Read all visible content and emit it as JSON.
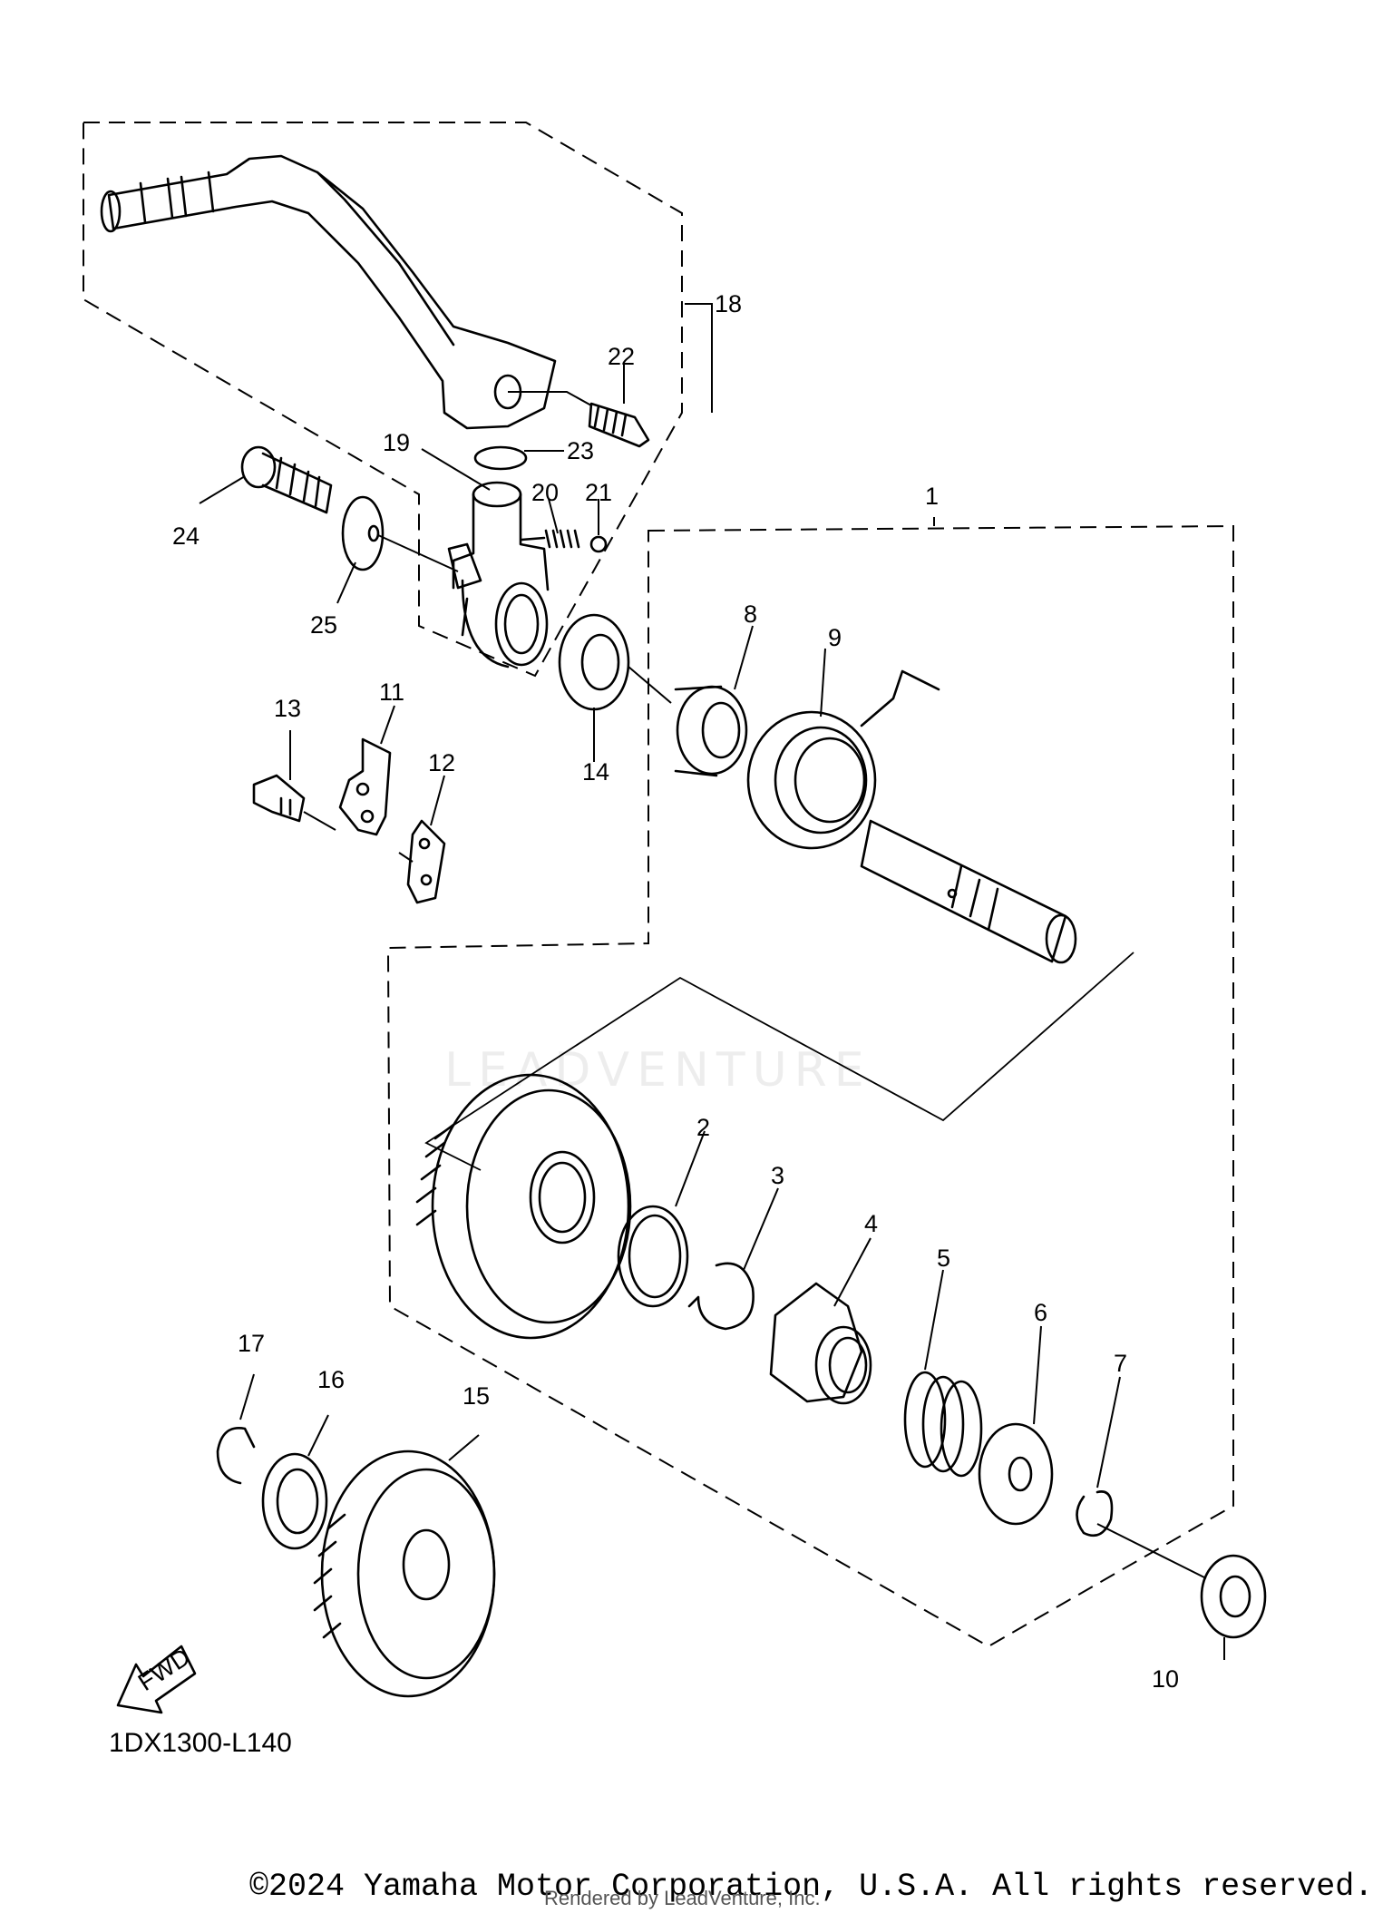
{
  "diagram": {
    "code": "1DX1300-L140",
    "fwd_label": "FWD",
    "watermark": "LEADVENTURE",
    "labels": {
      "p1": "1",
      "p2": "2",
      "p3": "3",
      "p4": "4",
      "p5": "5",
      "p6": "6",
      "p7": "7",
      "p8": "8",
      "p9": "9",
      "p10": "10",
      "p11": "11",
      "p12": "12",
      "p13": "13",
      "p14": "14",
      "p15": "15",
      "p16": "16",
      "p17": "17",
      "p18": "18",
      "p19": "19",
      "p20": "20",
      "p21": "21",
      "p22": "22",
      "p23": "23",
      "p24": "24",
      "p25": "25"
    }
  },
  "footer": {
    "copyright": "©2024 Yamaha Motor Corporation, U.S.A. All rights reserved.",
    "rendered_by": "Rendered by LeadVenture, Inc."
  }
}
